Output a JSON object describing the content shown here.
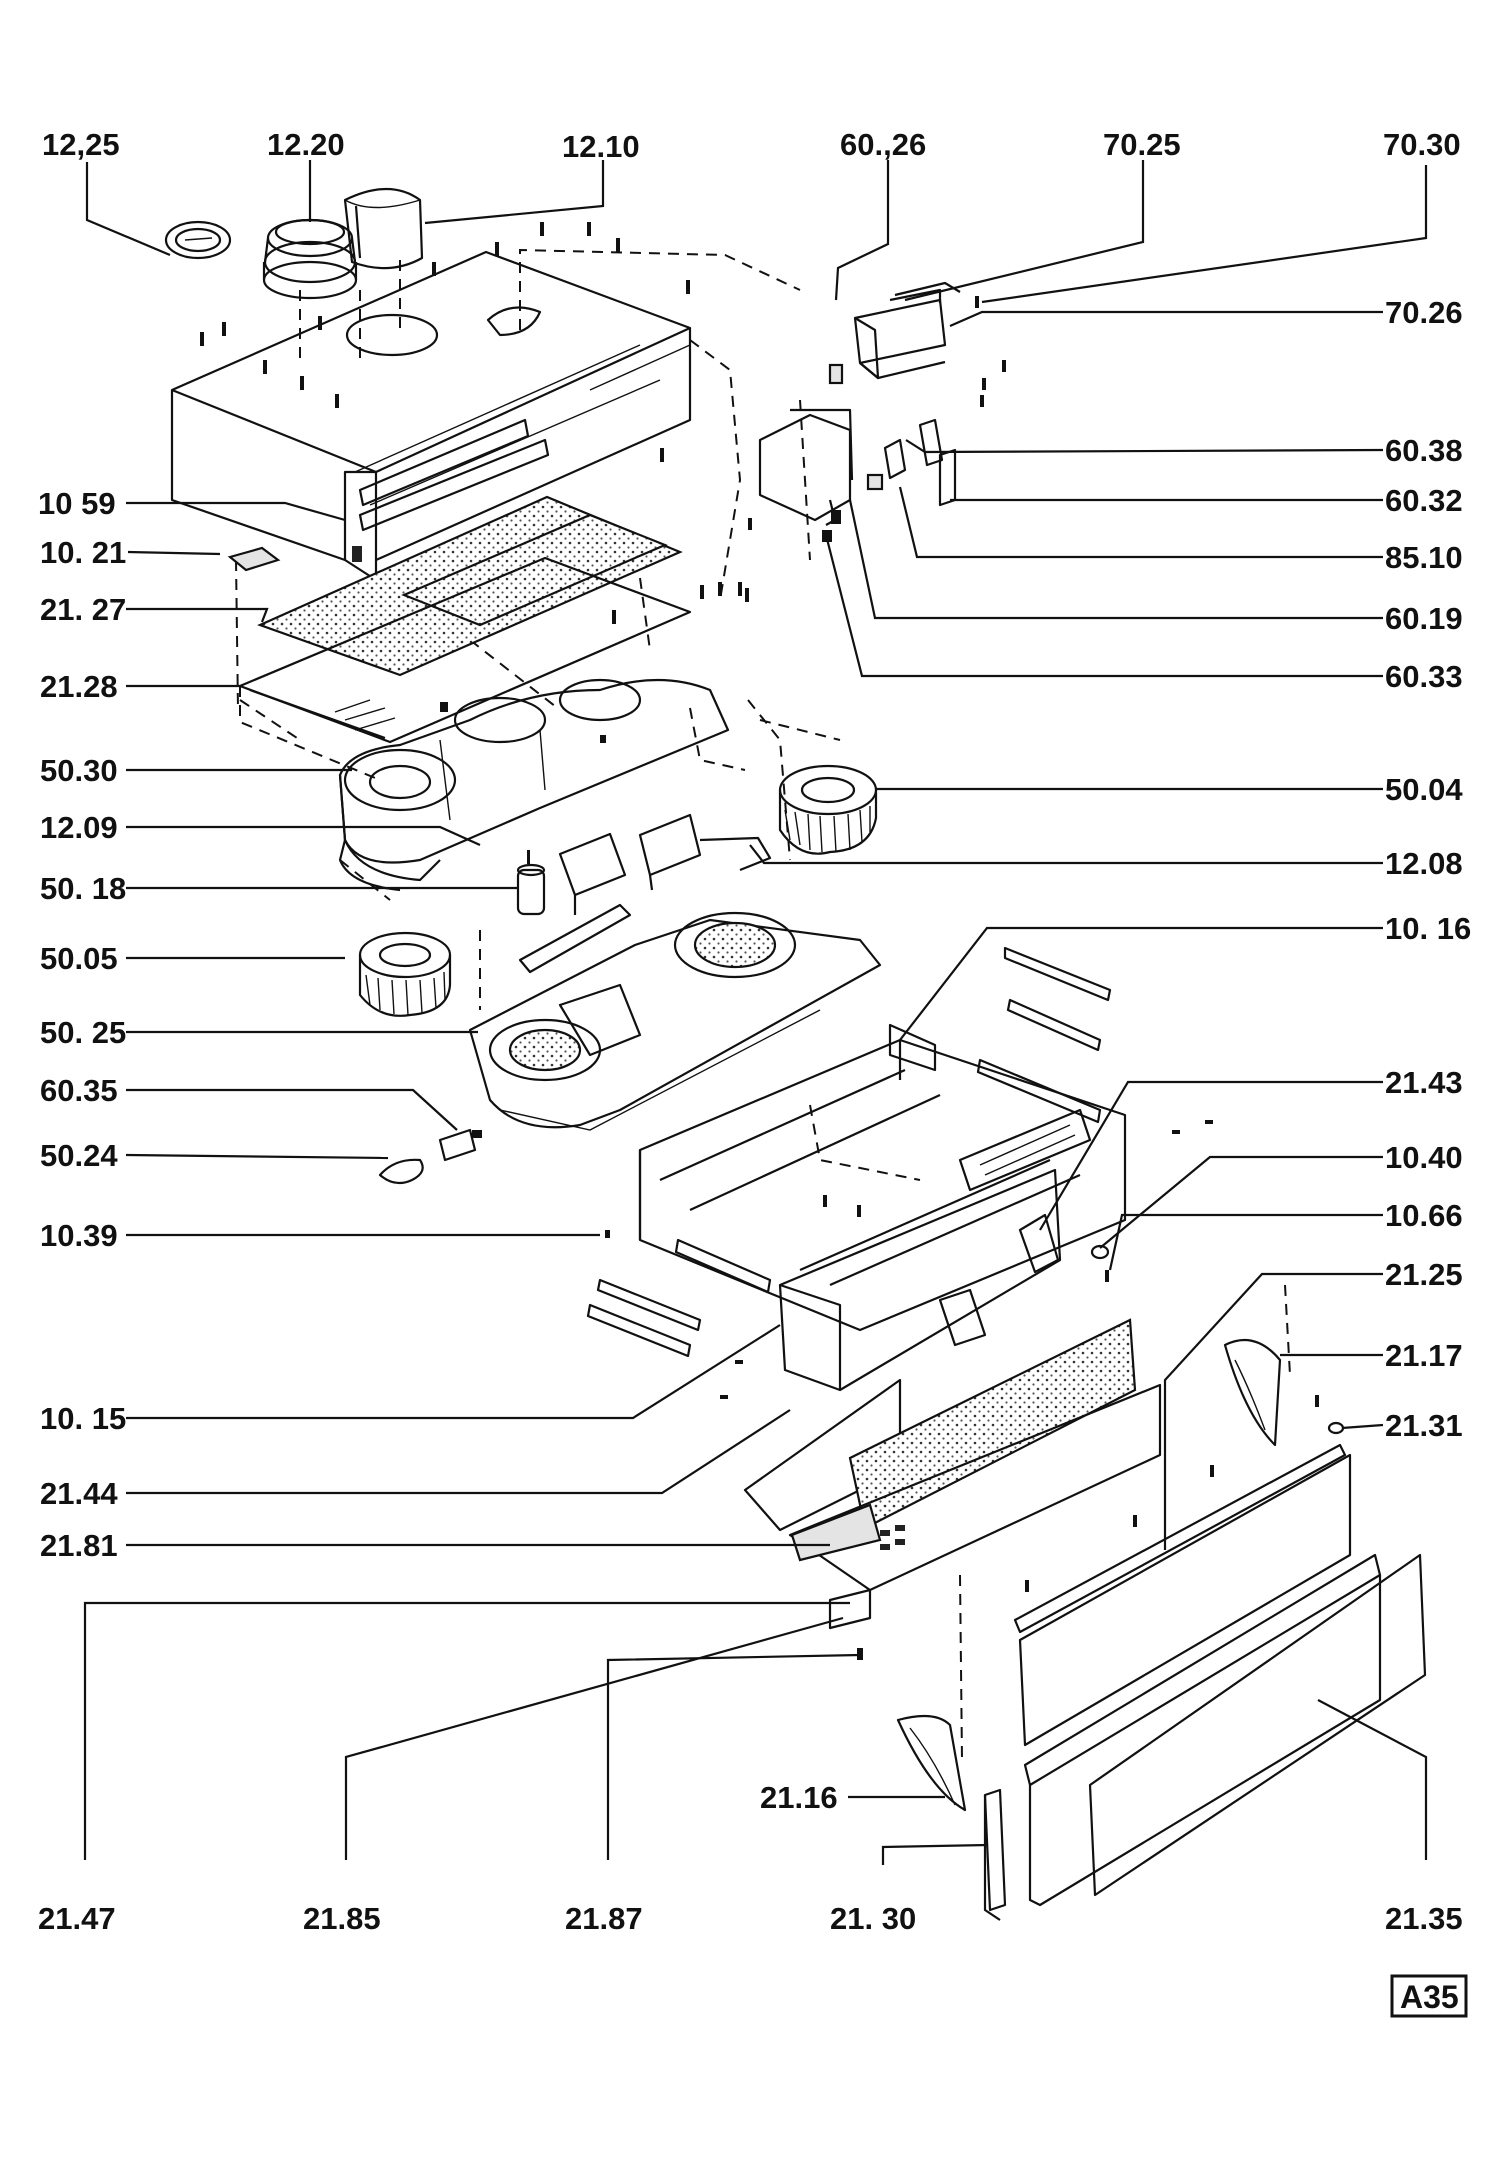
{
  "labels": [
    {
      "id": "12.25",
      "text": "12,25"
    },
    {
      "id": "12.20",
      "text": "12.20"
    },
    {
      "id": "12.10",
      "text": "12.10"
    },
    {
      "id": "60.26",
      "text": "60.,26"
    },
    {
      "id": "70.25",
      "text": "70.25"
    },
    {
      "id": "70.30",
      "text": "70.30"
    },
    {
      "id": "70.26",
      "text": "70.26"
    },
    {
      "id": "60.38",
      "text": "60.38"
    },
    {
      "id": "60.32",
      "text": "60.32"
    },
    {
      "id": "85.10",
      "text": "85.10"
    },
    {
      "id": "60.19",
      "text": "60.19"
    },
    {
      "id": "60.33",
      "text": "60.33"
    },
    {
      "id": "10.59",
      "text": "10 59"
    },
    {
      "id": "10.21",
      "text": "10. 21"
    },
    {
      "id": "21.27",
      "text": "21. 27"
    },
    {
      "id": "21.28",
      "text": "21.28"
    },
    {
      "id": "50.30",
      "text": "50.30"
    },
    {
      "id": "50.04",
      "text": "50.04"
    },
    {
      "id": "12.09",
      "text": "12.09"
    },
    {
      "id": "12.08",
      "text": "12.08"
    },
    {
      "id": "50.18",
      "text": "50. 18"
    },
    {
      "id": "10.16",
      "text": "10. 16"
    },
    {
      "id": "50.05",
      "text": "50.05"
    },
    {
      "id": "50.25",
      "text": "50. 25"
    },
    {
      "id": "21.43",
      "text": "21.43"
    },
    {
      "id": "60.35",
      "text": "60.35"
    },
    {
      "id": "50.24",
      "text": "50.24"
    },
    {
      "id": "10.40",
      "text": "10.40"
    },
    {
      "id": "10.66",
      "text": "10.66"
    },
    {
      "id": "10.39",
      "text": "10.39"
    },
    {
      "id": "21.25",
      "text": "21.25"
    },
    {
      "id": "21.17",
      "text": "21.17"
    },
    {
      "id": "10.15",
      "text": "10. 15"
    },
    {
      "id": "21.31",
      "text": "21.31"
    },
    {
      "id": "21.44",
      "text": "21.44"
    },
    {
      "id": "21.81",
      "text": "21.81"
    },
    {
      "id": "21.16",
      "text": "21.16"
    },
    {
      "id": "21.47",
      "text": "21.47"
    },
    {
      "id": "21.85",
      "text": "21.85"
    },
    {
      "id": "21.87",
      "text": "21.87"
    },
    {
      "id": "21.30",
      "text": "21. 30"
    },
    {
      "id": "21.35",
      "text": "21.35"
    }
  ],
  "badge": "A35"
}
